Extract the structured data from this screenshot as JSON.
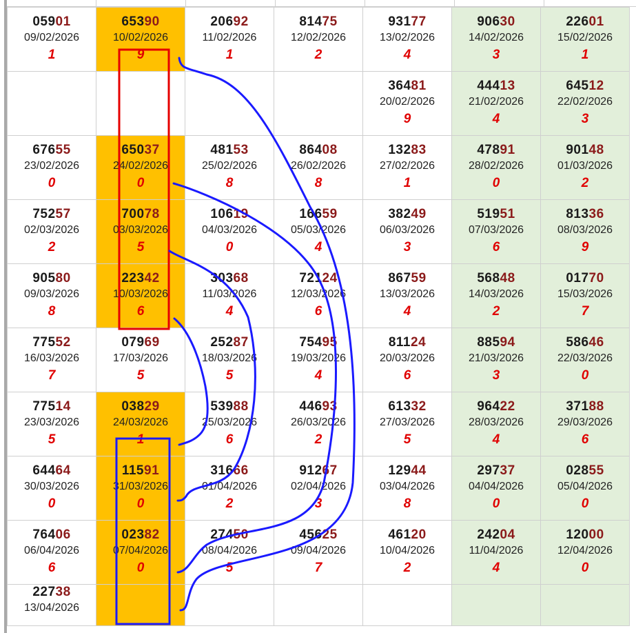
{
  "rows": [
    [
      {
        "head": "059",
        "tail": "01",
        "date": "09/02/2026",
        "sum": "1",
        "bg": "white"
      },
      {
        "head": "653",
        "tail": "90",
        "date": "10/02/2026",
        "sum": "9",
        "bg": "orange"
      },
      {
        "head": "206",
        "tail": "92",
        "date": "11/02/2026",
        "sum": "1",
        "bg": "white"
      },
      {
        "head": "814",
        "tail": "75",
        "date": "12/02/2026",
        "sum": "2",
        "bg": "white"
      },
      {
        "head": "931",
        "tail": "77",
        "date": "13/02/2026",
        "sum": "4",
        "bg": "white"
      },
      {
        "head": "906",
        "tail": "30",
        "date": "14/02/2026",
        "sum": "3",
        "bg": "green"
      },
      {
        "head": "226",
        "tail": "01",
        "date": "15/02/2026",
        "sum": "1",
        "bg": "green"
      }
    ],
    [
      {
        "head": "",
        "tail": "",
        "date": "",
        "sum": "",
        "bg": "white"
      },
      {
        "head": "",
        "tail": "",
        "date": "",
        "sum": "",
        "bg": "white"
      },
      {
        "head": "",
        "tail": "",
        "date": "",
        "sum": "",
        "bg": "white"
      },
      {
        "head": "",
        "tail": "",
        "date": "",
        "sum": "",
        "bg": "white"
      },
      {
        "head": "364",
        "tail": "81",
        "date": "20/02/2026",
        "sum": "9",
        "bg": "white"
      },
      {
        "head": "444",
        "tail": "13",
        "date": "21/02/2026",
        "sum": "4",
        "bg": "green"
      },
      {
        "head": "645",
        "tail": "12",
        "date": "22/02/2026",
        "sum": "3",
        "bg": "green"
      }
    ],
    [
      {
        "head": "676",
        "tail": "55",
        "date": "23/02/2026",
        "sum": "0",
        "bg": "white"
      },
      {
        "head": "650",
        "tail": "37",
        "date": "24/02/2026",
        "sum": "0",
        "bg": "orange"
      },
      {
        "head": "481",
        "tail": "53",
        "date": "25/02/2026",
        "sum": "8",
        "bg": "white"
      },
      {
        "head": "864",
        "tail": "08",
        "date": "26/02/2026",
        "sum": "8",
        "bg": "white"
      },
      {
        "head": "132",
        "tail": "83",
        "date": "27/02/2026",
        "sum": "1",
        "bg": "white"
      },
      {
        "head": "478",
        "tail": "91",
        "date": "28/02/2026",
        "sum": "0",
        "bg": "green"
      },
      {
        "head": "901",
        "tail": "48",
        "date": "01/03/2026",
        "sum": "2",
        "bg": "green"
      }
    ],
    [
      {
        "head": "752",
        "tail": "57",
        "date": "02/03/2026",
        "sum": "2",
        "bg": "white"
      },
      {
        "head": "700",
        "tail": "78",
        "date": "03/03/2026",
        "sum": "5",
        "bg": "orange"
      },
      {
        "head": "106",
        "tail": "19",
        "date": "04/03/2026",
        "sum": "0",
        "bg": "white"
      },
      {
        "head": "166",
        "tail": "59",
        "date": "05/03/2026",
        "sum": "4",
        "bg": "white"
      },
      {
        "head": "382",
        "tail": "49",
        "date": "06/03/2026",
        "sum": "3",
        "bg": "white"
      },
      {
        "head": "519",
        "tail": "51",
        "date": "07/03/2026",
        "sum": "6",
        "bg": "green"
      },
      {
        "head": "813",
        "tail": "36",
        "date": "08/03/2026",
        "sum": "9",
        "bg": "green"
      }
    ],
    [
      {
        "head": "905",
        "tail": "80",
        "date": "09/03/2026",
        "sum": "8",
        "bg": "white"
      },
      {
        "head": "223",
        "tail": "42",
        "date": "10/03/2026",
        "sum": "6",
        "bg": "orange"
      },
      {
        "head": "303",
        "tail": "68",
        "date": "11/03/2026",
        "sum": "4",
        "bg": "white"
      },
      {
        "head": "721",
        "tail": "24",
        "date": "12/03/2026",
        "sum": "6",
        "bg": "white"
      },
      {
        "head": "867",
        "tail": "59",
        "date": "13/03/2026",
        "sum": "4",
        "bg": "white"
      },
      {
        "head": "568",
        "tail": "48",
        "date": "14/03/2026",
        "sum": "2",
        "bg": "green"
      },
      {
        "head": "017",
        "tail": "70",
        "date": "15/03/2026",
        "sum": "7",
        "bg": "green"
      }
    ],
    [
      {
        "head": "775",
        "tail": "52",
        "date": "16/03/2026",
        "sum": "7",
        "bg": "white"
      },
      {
        "head": "079",
        "tail": "69",
        "date": "17/03/2026",
        "sum": "5",
        "bg": "white"
      },
      {
        "head": "252",
        "tail": "87",
        "date": "18/03/2026",
        "sum": "5",
        "bg": "white"
      },
      {
        "head": "754",
        "tail": "95",
        "date": "19/03/2026",
        "sum": "4",
        "bg": "white"
      },
      {
        "head": "811",
        "tail": "24",
        "date": "20/03/2026",
        "sum": "6",
        "bg": "white"
      },
      {
        "head": "885",
        "tail": "94",
        "date": "21/03/2026",
        "sum": "3",
        "bg": "green"
      },
      {
        "head": "586",
        "tail": "46",
        "date": "22/03/2026",
        "sum": "0",
        "bg": "green"
      }
    ],
    [
      {
        "head": "775",
        "tail": "14",
        "date": "23/03/2026",
        "sum": "5",
        "bg": "white"
      },
      {
        "head": "038",
        "tail": "29",
        "date": "24/03/2026",
        "sum": "1",
        "bg": "orange"
      },
      {
        "head": "539",
        "tail": "88",
        "date": "25/03/2026",
        "sum": "6",
        "bg": "white"
      },
      {
        "head": "446",
        "tail": "93",
        "date": "26/03/2026",
        "sum": "2",
        "bg": "white"
      },
      {
        "head": "613",
        "tail": "32",
        "date": "27/03/2026",
        "sum": "5",
        "bg": "white"
      },
      {
        "head": "964",
        "tail": "22",
        "date": "28/03/2026",
        "sum": "4",
        "bg": "green"
      },
      {
        "head": "371",
        "tail": "88",
        "date": "29/03/2026",
        "sum": "6",
        "bg": "green"
      }
    ],
    [
      {
        "head": "644",
        "tail": "64",
        "date": "30/03/2026",
        "sum": "0",
        "bg": "white"
      },
      {
        "head": "115",
        "tail": "91",
        "date": "31/03/2026",
        "sum": "0",
        "bg": "orange"
      },
      {
        "head": "316",
        "tail": "66",
        "date": "01/04/2026",
        "sum": "2",
        "bg": "white"
      },
      {
        "head": "912",
        "tail": "67",
        "date": "02/04/2026",
        "sum": "3",
        "bg": "white"
      },
      {
        "head": "129",
        "tail": "44",
        "date": "03/04/2026",
        "sum": "8",
        "bg": "white"
      },
      {
        "head": "297",
        "tail": "37",
        "date": "04/04/2026",
        "sum": "0",
        "bg": "green"
      },
      {
        "head": "028",
        "tail": "55",
        "date": "05/04/2026",
        "sum": "0",
        "bg": "green"
      }
    ],
    [
      {
        "head": "764",
        "tail": "06",
        "date": "06/04/2026",
        "sum": "6",
        "bg": "white"
      },
      {
        "head": "023",
        "tail": "82",
        "date": "07/04/2026",
        "sum": "0",
        "bg": "orange"
      },
      {
        "head": "274",
        "tail": "50",
        "date": "08/04/2026",
        "sum": "5",
        "bg": "white"
      },
      {
        "head": "456",
        "tail": "25",
        "date": "09/04/2026",
        "sum": "7",
        "bg": "white"
      },
      {
        "head": "461",
        "tail": "20",
        "date": "10/04/2026",
        "sum": "2",
        "bg": "white"
      },
      {
        "head": "242",
        "tail": "04",
        "date": "11/04/2026",
        "sum": "4",
        "bg": "green"
      },
      {
        "head": "120",
        "tail": "00",
        "date": "12/04/2026",
        "sum": "0",
        "bg": "green"
      }
    ],
    [
      {
        "head": "227",
        "tail": "38",
        "date": "13/04/2026",
        "sum": "",
        "bg": "white"
      },
      {
        "head": "",
        "tail": "",
        "date": "",
        "sum": "",
        "bg": "orange"
      },
      {
        "head": "",
        "tail": "",
        "date": "",
        "sum": "",
        "bg": "white"
      },
      {
        "head": "",
        "tail": "",
        "date": "",
        "sum": "",
        "bg": "white"
      },
      {
        "head": "",
        "tail": "",
        "date": "",
        "sum": "",
        "bg": "white"
      },
      {
        "head": "",
        "tail": "",
        "date": "",
        "sum": "",
        "bg": "green"
      },
      {
        "head": "",
        "tail": "",
        "date": "",
        "sum": "",
        "bg": "green"
      }
    ]
  ],
  "colors": {
    "orange": "#ffc000",
    "green": "#e2efda",
    "white": "#ffffff",
    "sum_red": "#e00000",
    "tail_red": "#8b1a1a",
    "red_box": "#e60000",
    "blue_box": "#1a1aff",
    "blue_arrows": "#1a1aff"
  }
}
